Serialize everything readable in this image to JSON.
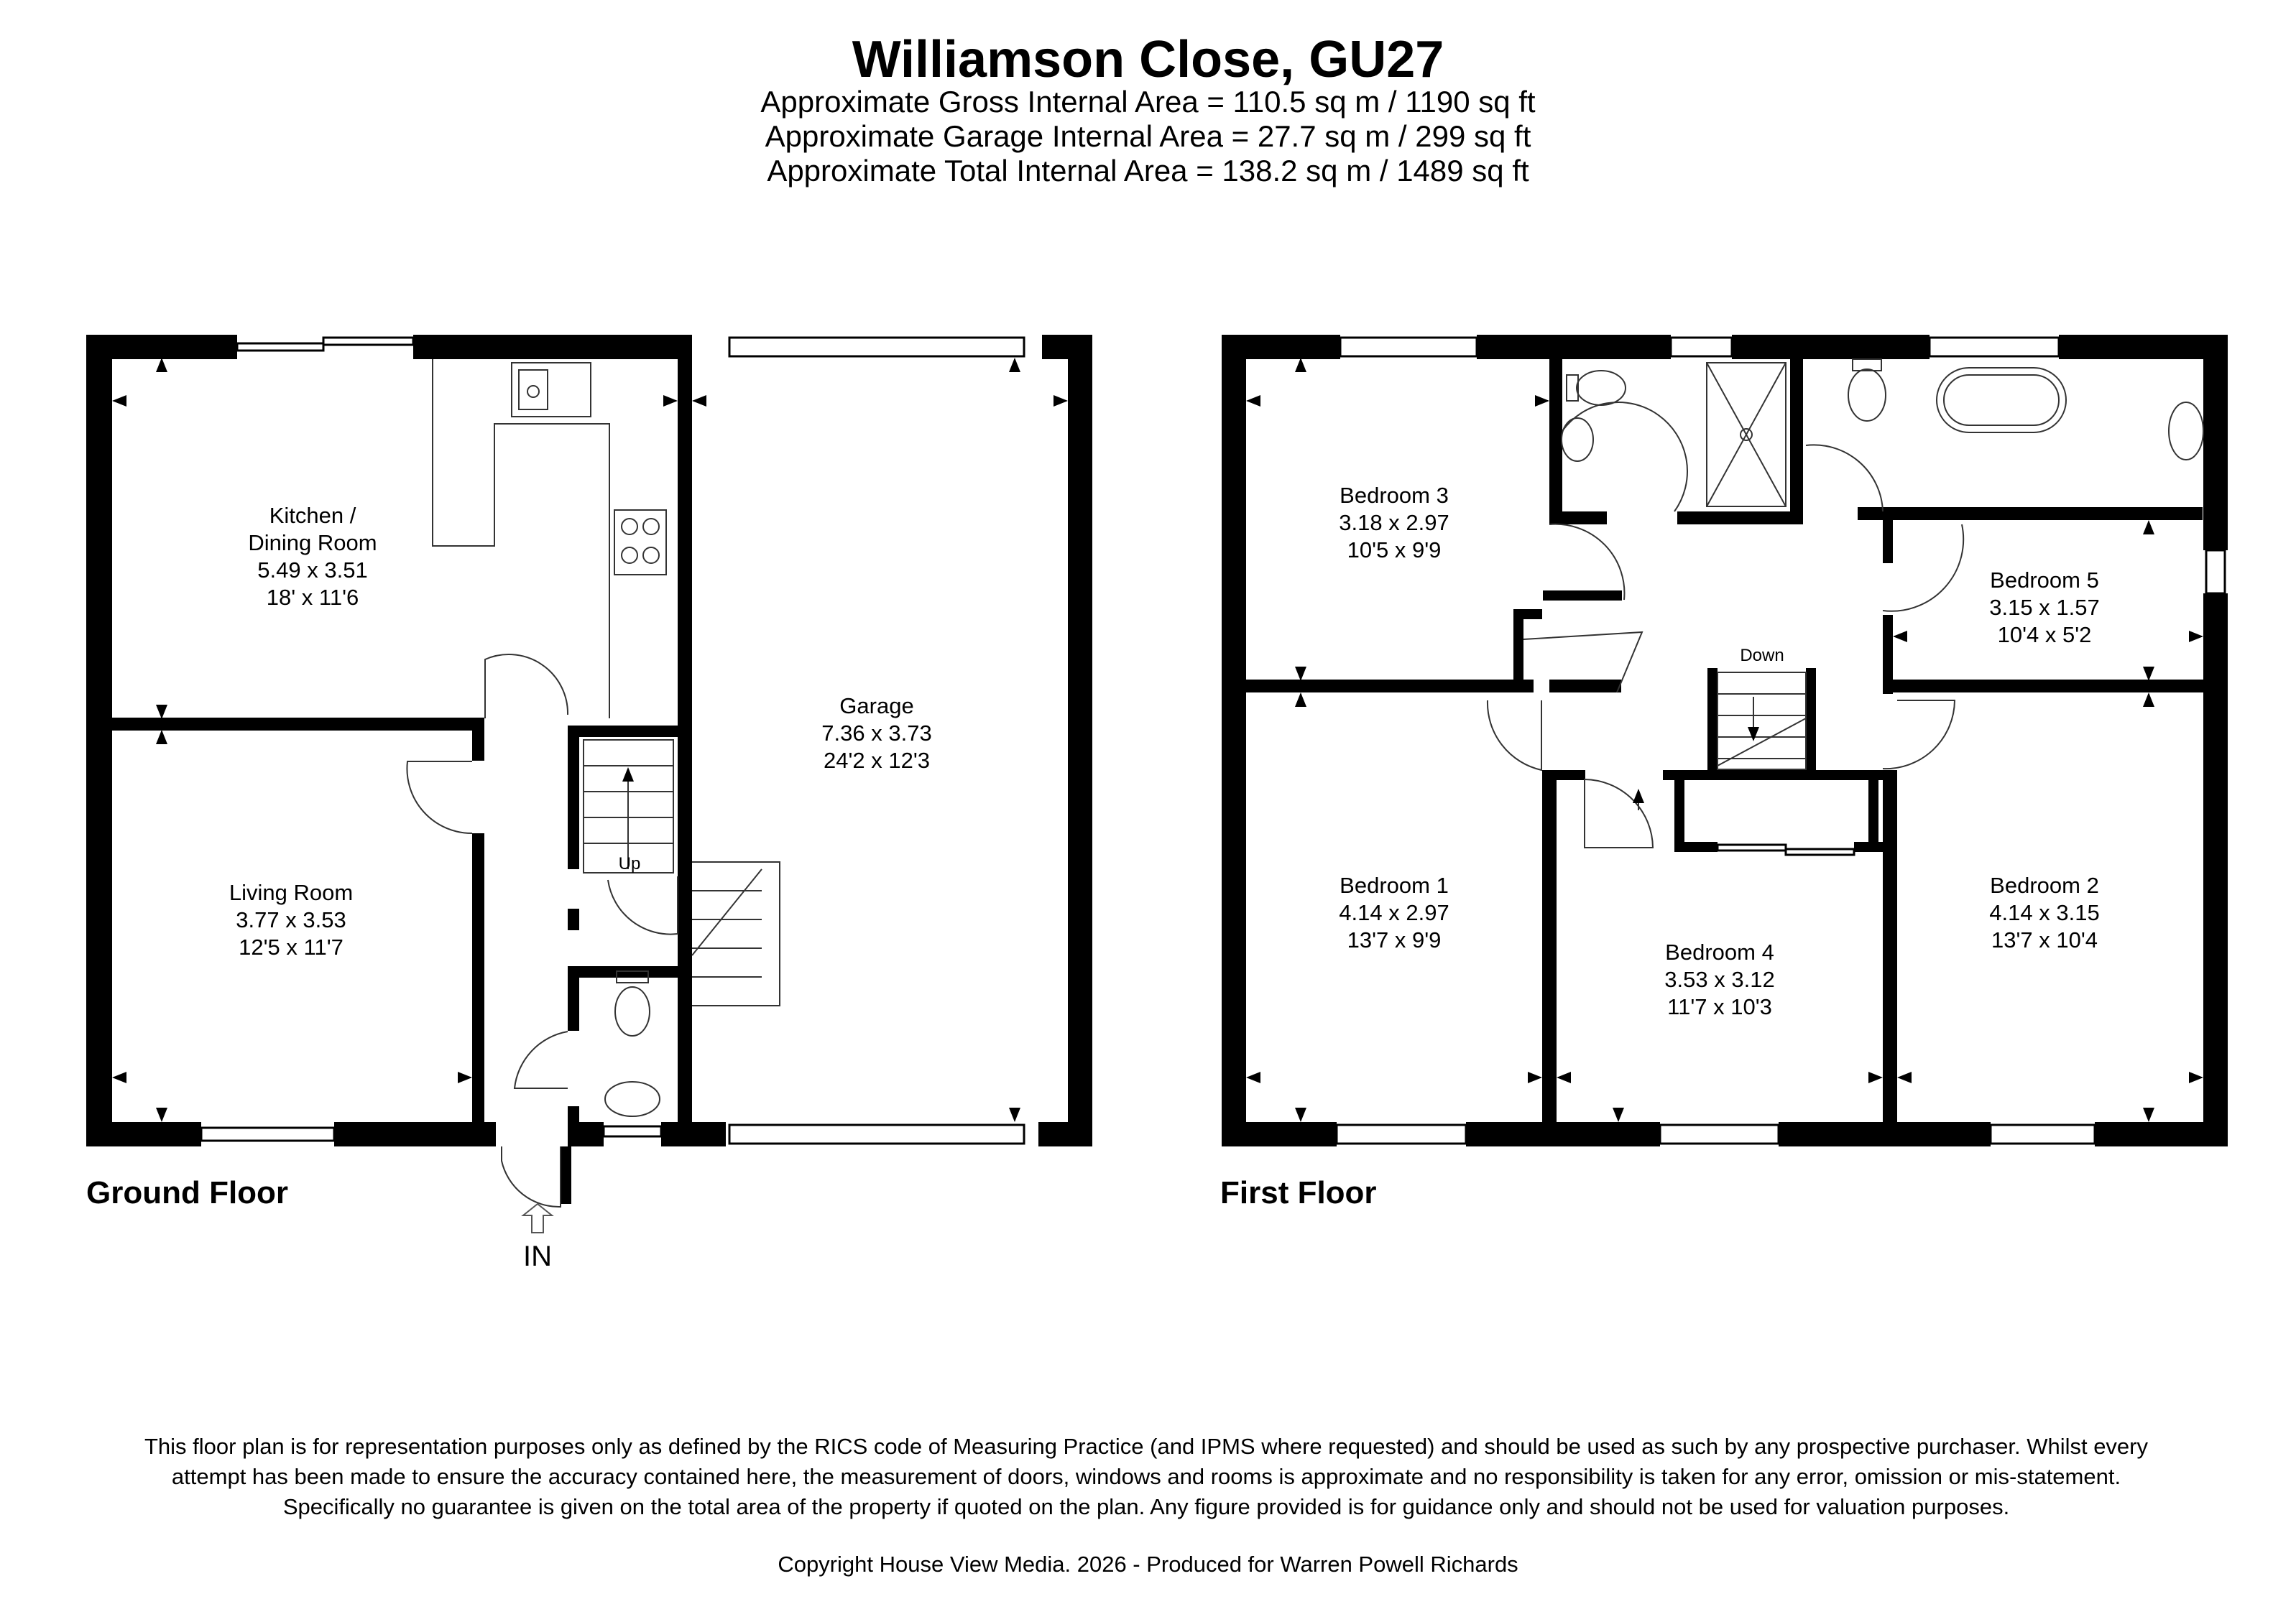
{
  "header": {
    "title": "Williamson Close, GU27",
    "gross_area": "Approximate Gross Internal Area = 110.5 sq m / 1190 sq ft",
    "garage_area": "Approximate Garage Internal Area = 27.7 sq m / 299 sq ft",
    "total_area": "Approximate Total Internal Area = 138.2 sq m / 1489 sq ft"
  },
  "ground_floor": {
    "label": "Ground Floor",
    "kitchen": {
      "name1": "Kitchen /",
      "name2": "Dining Room",
      "metric": "5.49 x 3.51",
      "imperial": "18' x 11'6"
    },
    "living": {
      "name": "Living Room",
      "metric": "3.77 x 3.53",
      "imperial": "12'5 x 11'7"
    },
    "garage": {
      "name": "Garage",
      "metric": "7.36 x 3.73",
      "imperial": "24'2 x 12'3"
    },
    "stairs_label": "Up",
    "entrance_label": "IN"
  },
  "first_floor": {
    "label": "First Floor",
    "bedroom3": {
      "name": "Bedroom 3",
      "metric": "3.18 x 2.97",
      "imperial": "10'5 x 9'9"
    },
    "bedroom5": {
      "name": "Bedroom 5",
      "metric": "3.15 x 1.57",
      "imperial": "10'4 x 5'2"
    },
    "bedroom1": {
      "name": "Bedroom 1",
      "metric": "4.14 x 2.97",
      "imperial": "13'7 x 9'9"
    },
    "bedroom4": {
      "name": "Bedroom 4",
      "metric": "3.53 x 3.12",
      "imperial": "11'7 x 10'3"
    },
    "bedroom2": {
      "name": "Bedroom 2",
      "metric": "4.14 x 3.15",
      "imperial": "13'7 x 10'4"
    },
    "stairs_label": "Down"
  },
  "footer": {
    "disclaimer": "This floor plan is for representation purposes only as defined by the RICS code of Measuring Practice (and IPMS where requested) and should be used as such by any prospective purchaser. Whilst every attempt has been made to ensure the accuracy contained here, the measurement of doors, windows and rooms is approximate and no responsibility is taken for any error, omission or mis-statement. Specifically no guarantee is given on the total area of the property if quoted on the plan. Any figure provided is for guidance only and should not be used for valuation purposes.",
    "copyright": "Copyright House View Media. 2026 - Produced for Warren Powell Richards"
  },
  "colors": {
    "wall": "#000000",
    "fixture_stroke": "#333333",
    "background": "#ffffff"
  }
}
